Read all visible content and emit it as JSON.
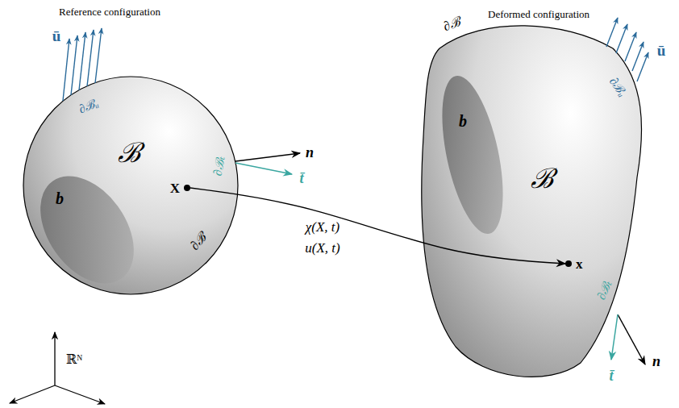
{
  "diagram": {
    "nodes": [
      {
        "text": [
          "ℬ"
        ]
      },
      {
        "text": [
          "b"
        ],
        "in": 0
      },
      {
        "text": [
          "X"
        ],
        "in": 0
      },
      {
        "text": [
          "ℬ"
        ]
      },
      {
        "text": [
          "b"
        ],
        "in": 3
      },
      {
        "text": [
          "x"
        ],
        "in": 3
      }
    ],
    "edges": [
      {
        "from": 2,
        "to": 5,
        "arrow": "to",
        "label": "χ(X, t)"
      }
    ],
    "labels": [
      "Reference configuration",
      "Deformed configuration",
      "ū",
      "∂ℬᵤ",
      "∂ℬₜ",
      "n",
      "t̄",
      "∂ℬ",
      "u(X, t)",
      "ℝᴺ",
      "ū",
      "∂ℬᵤ",
      "∂ℬₜ",
      "n",
      "t̄",
      "∂ℬ"
    ]
  }
}
